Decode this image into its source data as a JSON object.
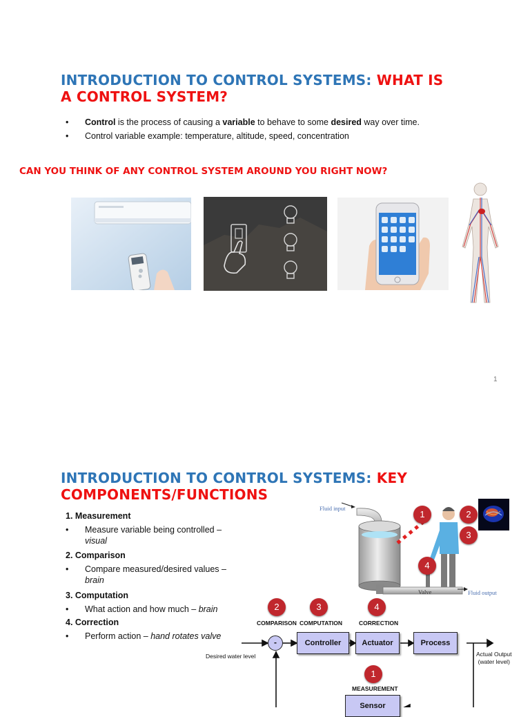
{
  "slide1": {
    "title_blue": "INTRODUCTION TO CONTROL SYSTEMS:",
    "title_red_1": "WHAT IS",
    "title_red_2": "A CONTROL SYSTEM?",
    "bullet_1": {
      "b1": "Control",
      "t1": " is the process of causing a ",
      "b2": "variable",
      "t2": " to behave to some ",
      "b3": "desired",
      "t3": " way over time."
    },
    "bullet_2": "Control variable example: temperature, altitude, speed, concentration",
    "question": "CAN YOU THINK OF ANY CONTROL SYSTEM AROUND YOU RIGHT NOW?",
    "page_number": "1"
  },
  "slide2": {
    "title_blue": "INTRODUCTION TO CONTROL SYSTEMS:",
    "title_red_1": "KEY",
    "title_red_2": "COMPONENTS/FUNCTIONS",
    "steps": [
      {
        "heading": "1. Measurement",
        "text": "Measure variable being controlled –",
        "italic": "visual"
      },
      {
        "heading": "2. Comparison",
        "text": "Compare measured/desired values –",
        "italic": "brain"
      },
      {
        "heading": "3. Computation",
        "text": "What action and how much –",
        "italic": "brain"
      },
      {
        "heading": "4. Correction",
        "text": "Perform action –",
        "italic": "hand rotates valve"
      }
    ],
    "tank": {
      "fluid_input": "Fluid input",
      "valve": "Valve",
      "fluid_output": "Fluid output"
    },
    "badges": [
      "1",
      "2",
      "3",
      "4"
    ],
    "diagram": {
      "comparison": "COMPARISON",
      "computation": "COMPUTATION",
      "correction": "CORRECTION",
      "measurement": "MEASUREMENT",
      "summing": "-",
      "controller": "Controller",
      "actuator": "Actuator",
      "process": "Process",
      "sensor": "Sensor",
      "desired": "Desired water level",
      "output_1": "Actual Output",
      "output_2": "(water level)"
    }
  }
}
